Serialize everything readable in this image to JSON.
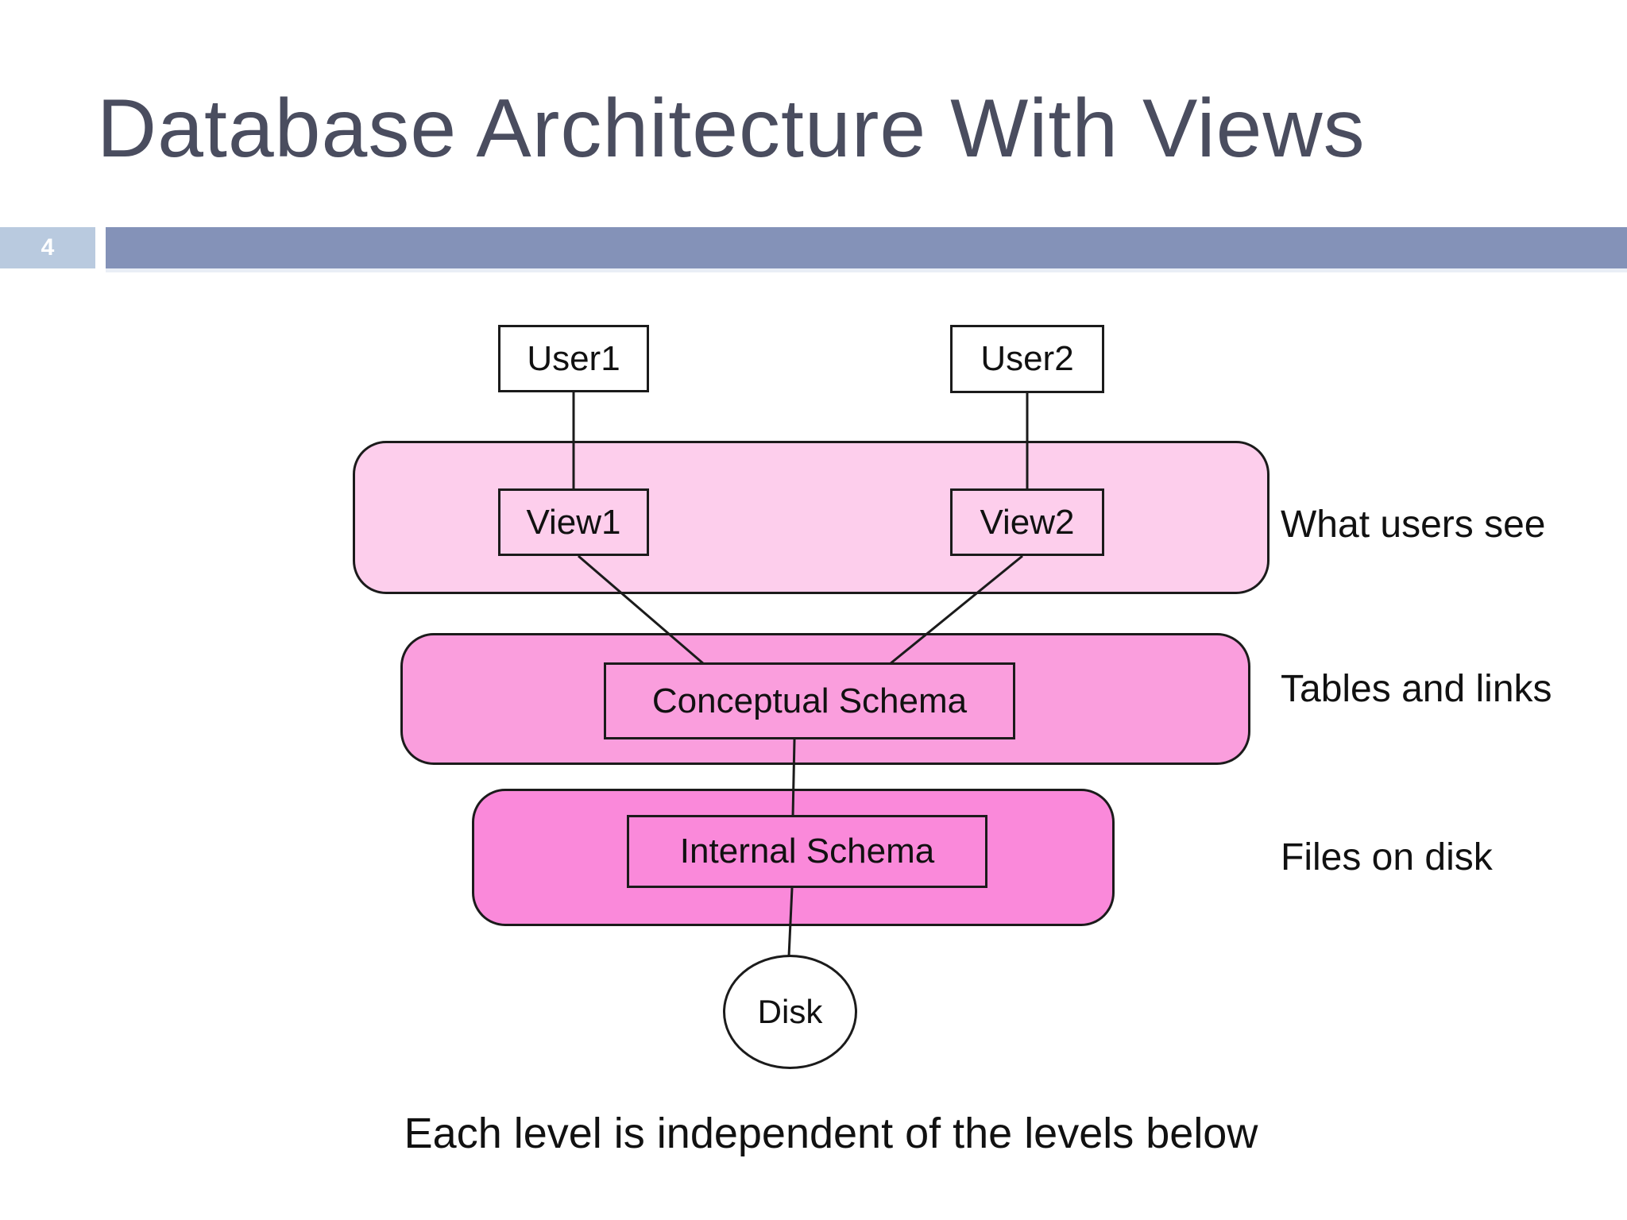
{
  "slide": {
    "title": "Database Architecture With Views",
    "page_number": "4",
    "caption": "Each level is independent of the levels below"
  },
  "diagram": {
    "nodes": {
      "user1": "User1",
      "user2": "User2",
      "view1": "View1",
      "view2": "View2",
      "conceptual": "Conceptual Schema",
      "internal": "Internal Schema",
      "disk": "Disk"
    },
    "annotations": {
      "views_level": "What users see",
      "conceptual_level": "Tables and links",
      "internal_level": "Files on disk"
    }
  },
  "colors": {
    "title_text": "#4a4d5f",
    "page_badge_bg": "#b9cadf",
    "accent_bar": "#8492b8",
    "views_band": "#fdceec",
    "conceptual_band": "#fa9edd",
    "internal_band": "#fa89da",
    "line": "#1b1b1b"
  }
}
